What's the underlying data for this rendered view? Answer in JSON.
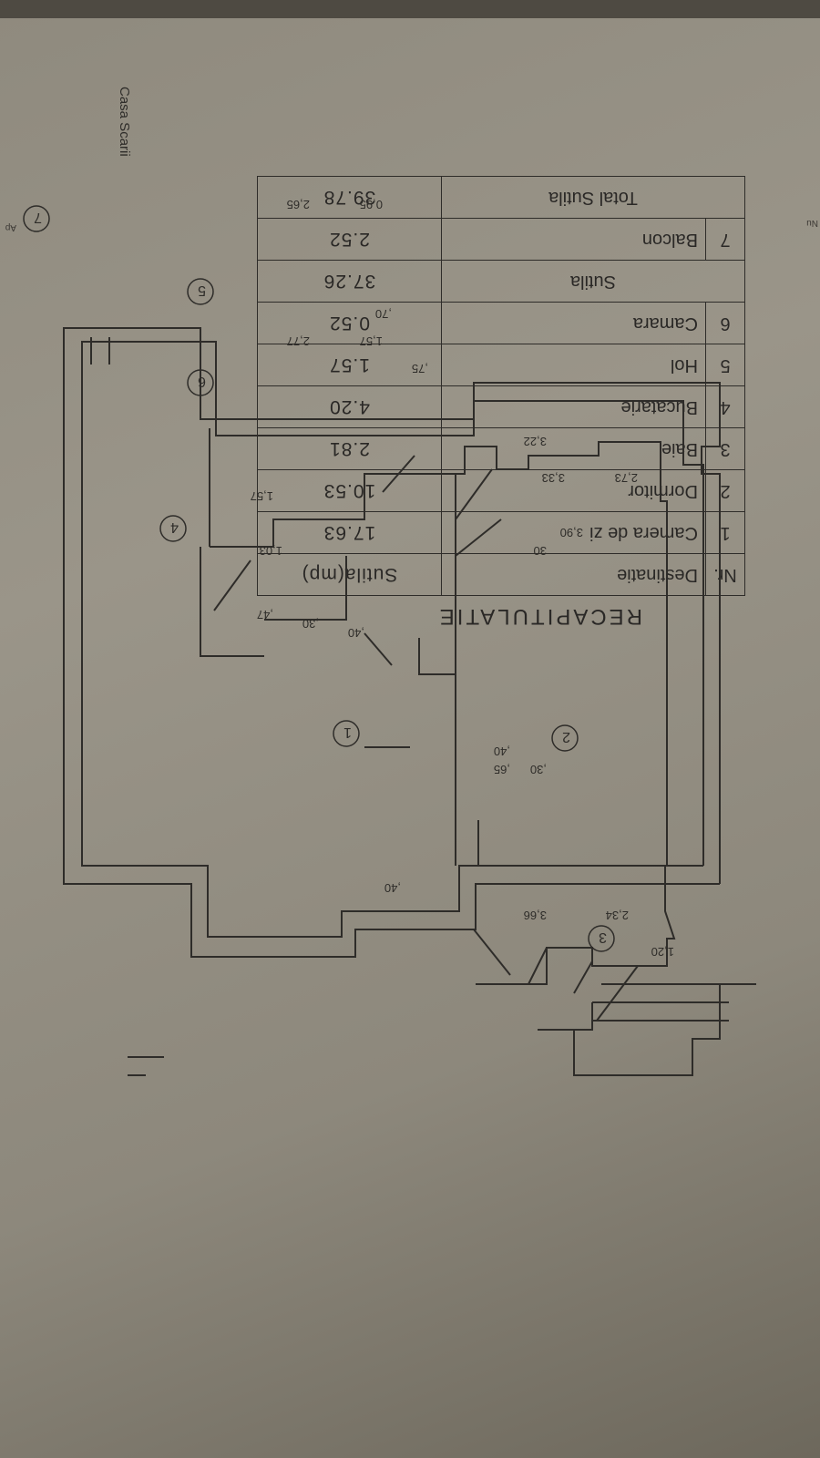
{
  "recapitulatie": {
    "title": "RECAPITULATIE",
    "headers": {
      "nr": "Nr.",
      "destinatie": "Destinatie",
      "sutila": "Sutila(mp)"
    },
    "rows": [
      {
        "nr": "1",
        "destinatie": "Camera de zi",
        "sutila": "17.63"
      },
      {
        "nr": "2",
        "destinatie": "Dormitor",
        "sutila": "10.53"
      },
      {
        "nr": "3",
        "destinatie": "Baie",
        "sutila": "2.81"
      },
      {
        "nr": "4",
        "destinatie": "Bucatarie",
        "sutila": "4.20"
      },
      {
        "nr": "5",
        "destinatie": "Hol",
        "sutila": "1.57"
      },
      {
        "nr": "6",
        "destinatie": "Camara",
        "sutila": "0.52"
      }
    ],
    "sutila_row": {
      "label": "Sutila",
      "value": "37.26"
    },
    "balcon_row": {
      "nr": "7",
      "destinatie": "Balcon",
      "sutila": "2.52"
    },
    "total_row": {
      "label": "Total Sutila",
      "value": "39.78"
    }
  },
  "plan": {
    "stair_label": "Casa Scarii",
    "room_numbers": [
      "1",
      "2",
      "3",
      "4",
      "5",
      "6",
      "7"
    ],
    "dimensions": {
      "d_366": "3,66",
      "d_234": "2,34",
      "d_120": "1,20",
      "d_322": "3,22",
      "d_390": "3,90",
      "d_333": "3,33",
      "d_273": "2,73",
      "d_277": "2,77",
      "d_157a": "1,57",
      "d_157b": "1,57",
      "d_103": "1,03",
      "d_265": "2,65",
      "d_095": "0,95",
      "d_075": ",75",
      "d_070": ",70",
      "d_040a": ",40",
      "d_040b": ",40",
      "d_040c": ",40",
      "d_065": ",65",
      "d_030a": ",30",
      "d_030b": "30",
      "d_030c": ",30",
      "d_047": ",47"
    }
  },
  "stray_text": {
    "right": "Ap",
    "left": "Nu"
  },
  "colors": {
    "paper": "#9a9589",
    "ink": "#2e2c29"
  }
}
